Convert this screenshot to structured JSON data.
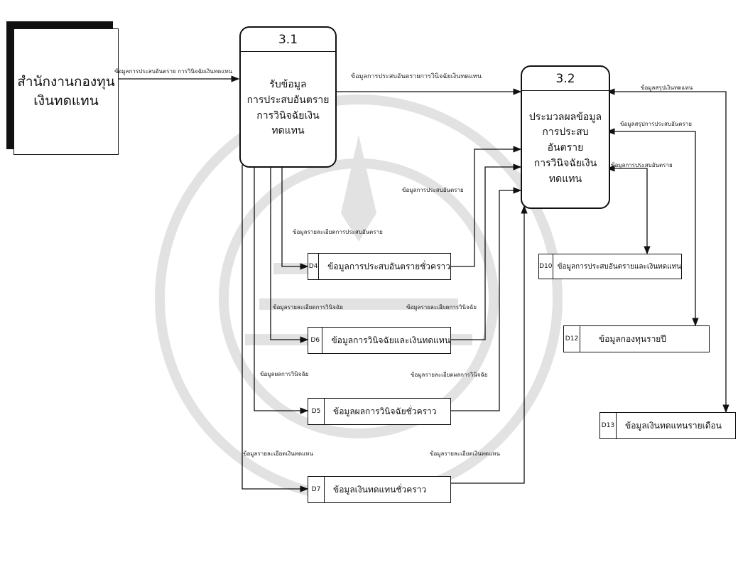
{
  "entity": {
    "name": "สำนักงานกองทุน\nเงินทดแทน"
  },
  "processes": [
    {
      "id": "3.1",
      "name": "รับข้อมูล\nการประสบอันตราย\nการวินิจฉัยเงินทดแทน"
    },
    {
      "id": "3.2",
      "name": "ประมวลผลข้อมูล\nการประสบอันตราย\nการวินิจฉัยเงินทดแทน"
    }
  ],
  "stores": [
    {
      "id": "D4",
      "name": "ข้อมูลการประสบอันตรายชั่วคราว"
    },
    {
      "id": "D6",
      "name": "ข้อมูลการวินิจฉัยและเงินทดแทน"
    },
    {
      "id": "D5",
      "name": "ข้อมูลผลการวินิจฉัยชั่วคราว"
    },
    {
      "id": "D7",
      "name": "ข้อมูลเงินทดแทนชั่วคราว"
    },
    {
      "id": "D10",
      "name": "ข้อมูลการประสบอันตรายและเงินทดแทน"
    },
    {
      "id": "D12",
      "name": "ข้อมูลกองทุนรายปี"
    },
    {
      "id": "D13",
      "name": "ข้อมูลเงินทดแทนรายเดือน"
    }
  ],
  "flows": {
    "entity_to_p31": "ข้อมูลการประสบอันตราย การวินิจฉัยเงินทดแทน",
    "p31_to_p32": "ข้อมูลการประสบอันตรายการวินิจฉัยเงินทดแทน",
    "p31_to_d4": "ข้อมูลรายละเอียดการประสบอันตราย",
    "d4_to_p32": "ข้อมูลการประสบอันตราย",
    "p31_to_d6": "ข้อมูลรายละเอียดการวินิจฉัย",
    "d6_to_p32": "ข้อมูลรายละเอียดการวินิจฉัย",
    "p31_to_d5": "ข้อมูลผลการวินิจฉัย",
    "d5_to_p32": "ข้อมูลรายละเอียดผลการวินิจฉัย",
    "p31_to_d7": "ข้อมูลรายละเอียดเงินทดแทน",
    "d7_to_p32": "ข้อมูลรายละเอียดเงินทดแทน",
    "p32_d13": "ข้อมูลสรุปเงินทดแทน",
    "p32_d12": "ข้อมูลสรุปการประสบอันตราย",
    "p32_d10": "ข้อมูลการประสบอันตราย"
  }
}
